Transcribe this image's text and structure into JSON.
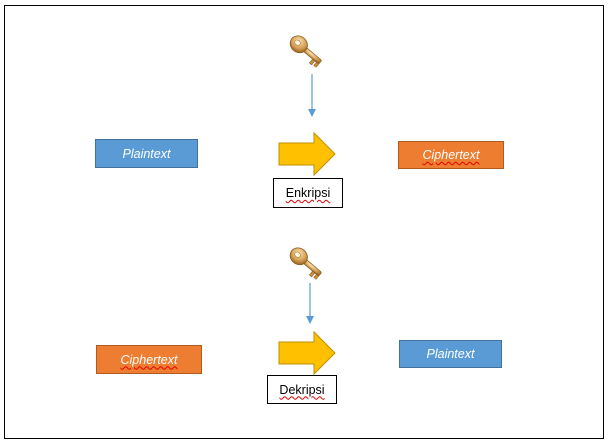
{
  "encrypt": {
    "input_label": "Plaintext",
    "output_label": "Ciphertext",
    "process_label": "Enkripsi"
  },
  "decrypt": {
    "input_label": "Ciphertext",
    "output_label": "Plaintext",
    "process_label": "Dekripsi"
  },
  "colors": {
    "plaintext_box": "#5b9bd5",
    "ciphertext_box": "#ed7d31",
    "arrow": "#ffc000",
    "connector": "#5b9bd5"
  },
  "icons": [
    "key-icon",
    "key-icon"
  ]
}
